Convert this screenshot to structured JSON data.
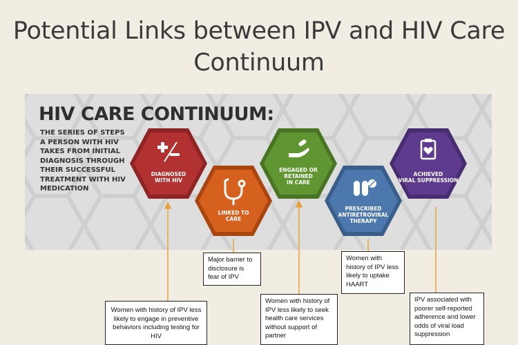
{
  "slide": {
    "title_line1": "Potential Links between IPV and HIV Care",
    "title_line2": "Continuum"
  },
  "banner": {
    "title": "HIV CARE CONTINUUM:",
    "description": "THE SERIES OF STEPS A PERSON WITH HIV TAKES FROM INITIAL DIAGNOSIS THROUGH THEIR SUCCESSFUL TREATMENT WITH HIV MEDICATION",
    "steps": [
      {
        "label_line1": "DIAGNOSED",
        "label_line2": "WITH HIV",
        "label_line3": "",
        "icon": "plus-minus-icon",
        "color": "#b23131"
      },
      {
        "label_line1": "LINKED TO",
        "label_line2": "CARE",
        "label_line3": "",
        "icon": "stethoscope-icon",
        "color": "#d6601d"
      },
      {
        "label_line1": "ENGAGED OR",
        "label_line2": "RETAINED",
        "label_line3": "IN CARE",
        "icon": "hand-pill-icon",
        "color": "#5f9631"
      },
      {
        "label_line1": "PRESCRIBED",
        "label_line2": "ANTIRETROVIRAL",
        "label_line3": "THERAPY",
        "icon": "pills-icon",
        "color": "#4c78ad"
      },
      {
        "label_line1": "ACHIEVED",
        "label_line2": "VIRAL SUPPRESSION",
        "label_line3": "",
        "icon": "clipboard-heart-icon",
        "color": "#5e3b8e"
      }
    ]
  },
  "notes": [
    {
      "text": "Women with history of IPV less likely to engage in preventive behaviors including testing for HIV"
    },
    {
      "text": "Major barrier to disclosure is fear of IPV"
    },
    {
      "text": "Women with history of IPV less likely to seek health care services without support of partner"
    },
    {
      "text": "Women with history of IPV less likely to uptake HAART"
    },
    {
      "text": "IPV associated with poorer self-reported adherence and lower odds of viral load suppression"
    }
  ],
  "colors": {
    "connector": "#e6a03c",
    "background": "#f2ede3"
  }
}
